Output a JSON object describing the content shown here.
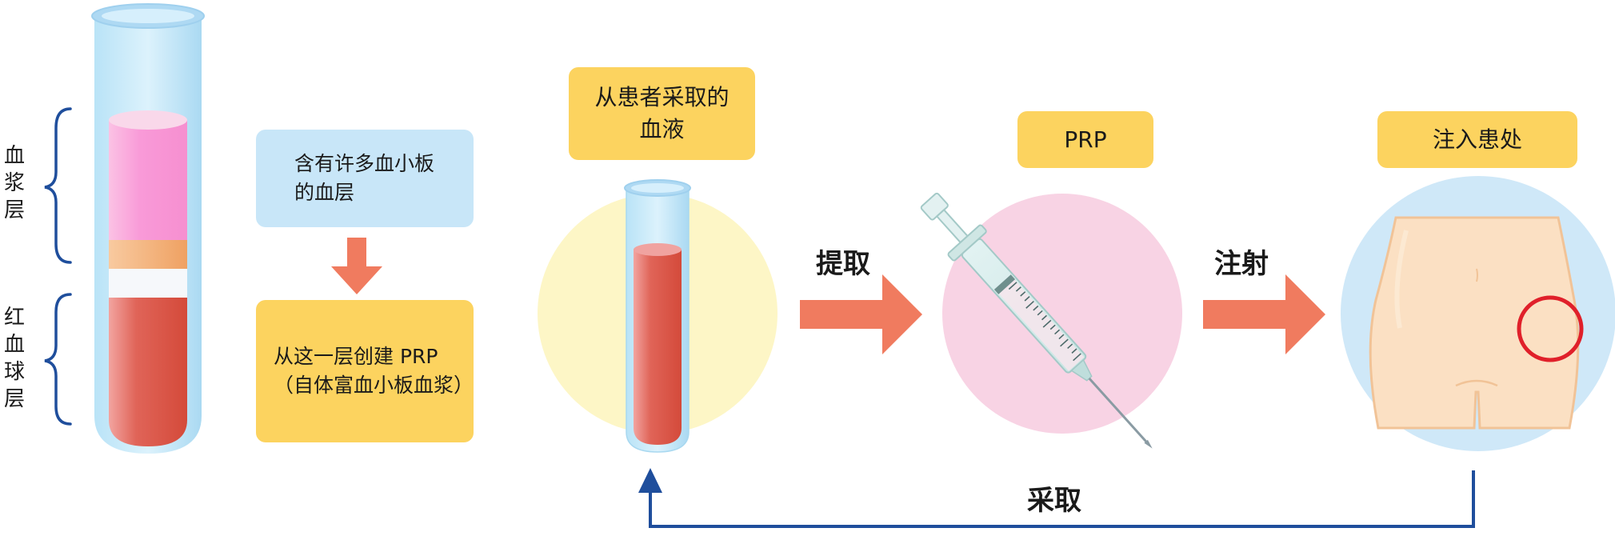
{
  "left_panel": {
    "plasma_label": "血\n浆\n层",
    "rbc_label": "红\n血\n球\n层",
    "platelet_box": "含有许多血小板\n的血层",
    "prp_box": "从这一层创建 PRP\n（自体富血小板血浆）"
  },
  "process": {
    "collect_tag": "从患者采取的\n血液",
    "prp_tag": "PRP",
    "inject_tag": "注入患处",
    "extract_label": "提取",
    "inject_label": "注射",
    "draw_label": "采取"
  },
  "colors": {
    "arrow": "#f07b5f",
    "loop_arrow": "#1f4e9c",
    "brace": "#1f4e9c",
    "tag_yellow": "#fcd35f",
    "box_blue": "#c8e6f8",
    "circle_yellow": "#fdf6c6",
    "circle_pink": "#f8d3e4",
    "circle_blue": "#cfe8f8",
    "target_ring": "#e0202a"
  },
  "icons": [
    "test-tube-icon",
    "syringe-icon",
    "body-hip-icon"
  ]
}
